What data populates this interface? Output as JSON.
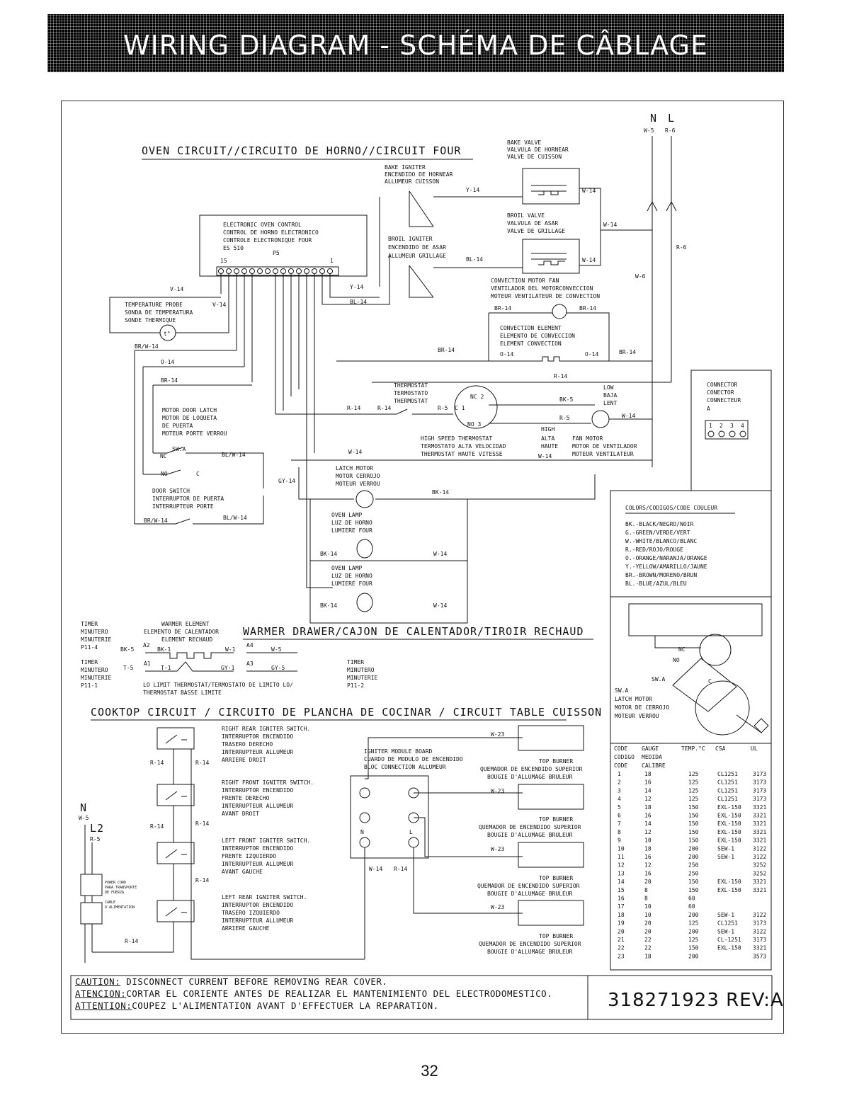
{
  "banner": {
    "title": "WIRING DIAGRAM - SCHÉMA DE CÂBLAGE"
  },
  "power": {
    "n": "N",
    "l": "L",
    "n_wire": "W-5",
    "l_wire": "R-6"
  },
  "sections": {
    "oven": "OVEN CIRCUIT//CIRCUITO DE HORNO//CIRCUIT FOUR",
    "warmer": "WARMER DRAWER/CAJON DE CALENTADOR/TIROIR RECHAUD",
    "cooktop": "COOKTOP CIRCUIT / CIRCUITO DE PLANCHA DE COCINAR / CIRCUIT TABLE CUISSON"
  },
  "control": {
    "lines": [
      "ELECTRONIC OVEN CONTROL",
      "CONTROL DE HORNO ELECTRONICO",
      "CONTROLE ELECTRONIQUE FOUR",
      "ES 510"
    ],
    "port": "P5",
    "pin_left": "15",
    "pin_right": "1"
  },
  "components": {
    "bake_valve": [
      "BAKE VALVE",
      "VALVULA DE HORNEAR",
      "VALVE DE CUISSON"
    ],
    "bake_igniter": [
      "BAKE IGNITER",
      "ENCENDIDO DE HORNEAR",
      "ALLUMEUR CUISSON"
    ],
    "broil_valve": [
      "BROIL VALVE",
      "VALVULA DE ASAR",
      "VALVE DE GRILLAGE"
    ],
    "broil_igniter": [
      "BROIL IGNITER",
      "ENCENDIDO DE ASAR",
      "ALLUMEUR GRILLAGE"
    ],
    "convection_fan": [
      "CONVECTION MOTOR FAN",
      "VENTILADOR DEL MOTORCONVECCION",
      "MOTEUR VENTILATEUR DE CONVECTION"
    ],
    "convection_element": [
      "CONVECTION ELEMENT",
      "ELEMENTO DE CONVECCION",
      "ELEMENT CONVECTION"
    ],
    "temp_probe": [
      "TEMPERATURE PROBE",
      "SONDA DE TEMPERATURA",
      "SONDE THERMIQUE"
    ],
    "door_latch_motor": [
      "MOTOR DOOR LATCH",
      "MOTOR DE LOQUETA",
      "DE PUERTA",
      "MOTEUR PORTE VERROU"
    ],
    "door_switch": [
      "DOOR SWITCH",
      "INTERRUPTOR DE PUERTA",
      "INTERRUPTEUR PORTE"
    ],
    "thermostat": [
      "THERMOSTAT",
      "TERMOSTATO",
      "THERMOSTAT"
    ],
    "high_speed_thermostat": [
      "HIGH SPEED THERMOSTAT",
      "TERMOSTATO ALTA VELOCIDAD",
      "THERMOSTAT HAUTE VITESSE"
    ],
    "fan_motor": [
      "FAN MOTOR",
      "MOTOR DE VENTILADOR",
      "MOTEUR VENTILATEUR"
    ],
    "fan_speeds": {
      "low": [
        "LOW",
        "BAJA",
        "LENT"
      ],
      "high": [
        "HIGH",
        "ALTA",
        "HAUTE"
      ]
    },
    "latch_motor": [
      "LATCH MOTOR",
      "MOTOR CERROJO",
      "MOTEUR VERROU"
    ],
    "oven_lamp": [
      "OVEN LAMP",
      "LUZ DE HORNO",
      "LUMIERE FOUR"
    ]
  },
  "wires": {
    "y14": "Y-14",
    "w14": "W-14",
    "bl14": "BL-14",
    "br14": "BR-14",
    "o14": "O-14",
    "r14": "R-14",
    "r6": "R-6",
    "w6": "W-6",
    "bk5": "BK-5",
    "r5": "R-5",
    "gy14": "GY-14",
    "bk14": "BK-14",
    "brw14": "BR/W-14",
    "blw14": "BL/W-14",
    "v14": "V-14"
  },
  "switch_labels": {
    "swa": "SW.A",
    "nc": "NC",
    "no": "NO",
    "c": "C",
    "nc2": "NC 2",
    "c1": "C 1",
    "no3": "NO 3"
  },
  "connector": {
    "lines": [
      "CONNECTOR",
      "CONECTOR",
      "CONNECTEUR",
      "A"
    ],
    "pins": [
      "1",
      "2",
      "3",
      "4"
    ]
  },
  "colors": {
    "title": "COLORS/CODIGOS/CODE COULEUR",
    "items": [
      "BK.-BLACK/NEGRO/NOIR",
      "G.-GREEN/VERDE/VERT",
      "W.-WHITE/BLANCO/BLANC",
      "R.-RED/ROJO/ROUGE",
      "O.-ORANGE/NARANJA/ORANGE",
      "Y.-YELLOW/AMARILLO/JAUNE",
      "BR.-BROWN/MORENO/BRUN",
      "BL.-BLUE/AZUL/BLEU"
    ]
  },
  "latch_inset": {
    "labels": [
      "SW.A",
      "LATCH MOTOR",
      "MOTOR DE CERROJO",
      "MOTEUR VERROU"
    ],
    "sw": "SW.A",
    "nc": "NC",
    "no": "NO",
    "c": "C"
  },
  "warmer": {
    "timer_top": [
      "TIMER",
      "MINUTERO",
      "MINUTERIE",
      "P11-4"
    ],
    "timer_bottom": [
      "TIMER",
      "MINUTERO",
      "MINUTERIE",
      "P11-1"
    ],
    "timer_right": [
      "TIMER",
      "MINUTERO",
      "MINUTERIE",
      "P11-2"
    ],
    "element": [
      "WARMER ELEMENT",
      "ELEMENTO DE CALENTADOR",
      "ELEMENT RECHAUD"
    ],
    "limit": [
      "LO LIMIT THERMOSTAT/TERMOSTATO DE LIMITO LO/",
      "THERMOSTAT BASSE LIMITE"
    ],
    "pins": {
      "a1": "A1",
      "a2": "A2",
      "a3": "A3",
      "a4": "A4"
    },
    "wires": {
      "bk5": "BK-5",
      "bk1": "BK-1",
      "w1": "W-1",
      "w5": "W-5",
      "t5": "T-5",
      "t1": "T-1",
      "gy1": "GY-1",
      "gy5": "GY-5"
    }
  },
  "cooktop": {
    "switches": [
      [
        "RIGHT REAR IGNITER SWITCH.",
        "INTERRUPTOR ENCENDIDO",
        "TRASERO DERECHO",
        "INTERRUPTEUR ALLUMEUR",
        "ARRIERE DROIT"
      ],
      [
        "RIGHT FRONT IGNITER SWITCH.",
        "INTERRUPTOR ENCENDIDO",
        "FRENTE DERECHO",
        "INTERRUPTEUR ALLUMEUR",
        "AVANT DROIT"
      ],
      [
        "LEFT FRONT IGNITER SWITCH.",
        "INTERRUPTOR ENCENDIDO",
        "FRENTE IZQUIERDO",
        "INTERRUPTEUR ALLUMEUR",
        "AVANT GAUCHE"
      ],
      [
        "LEFT REAR IGNITER SWITCH.",
        "INTERRUPTOR ENCENDIDO",
        "TRASERO IZQUIERDO",
        "INTERRUPTEUR ALLUMEUR",
        "ARRIERE GAUCHE"
      ]
    ],
    "module": [
      "IGNITER MODULE BOARD",
      "CUARDO DE MODULO DE ENCENDIDO",
      "BLOC CONNECTION ALLUMEUR"
    ],
    "burner": [
      "TOP BURNER",
      "QUEMADOR DE ENCENDIDO SUPERIOR",
      "BOUGIE D'ALLUMAGE BRULEUR"
    ],
    "w23": "W-23",
    "n": "N",
    "l": "L",
    "n_big": "N",
    "l2": "L2",
    "w5": "W-5",
    "r5": "R-5",
    "r14": "R-14",
    "w14": "W-14",
    "power_cord": [
      "POWER CORD",
      "PARA TRANSPORTE",
      "DE FUERZA",
      "CABLE",
      "D'ALIMENTATION"
    ]
  },
  "gauge_table": {
    "headers": [
      "CODE",
      "GAUGE",
      "TEMP.°C",
      "CSA",
      "UL"
    ],
    "headers2": [
      "CODIGO",
      "MEDIDA"
    ],
    "headers3": [
      "CODE",
      "CALIBRE"
    ],
    "rows": [
      [
        "1",
        "18",
        "125",
        "CL1251",
        "3173"
      ],
      [
        "2",
        "16",
        "125",
        "CL1251",
        "3173"
      ],
      [
        "3",
        "14",
        "125",
        "CL1251",
        "3173"
      ],
      [
        "4",
        "12",
        "125",
        "CL1251",
        "3173"
      ],
      [
        "5",
        "18",
        "150",
        "EXL-150",
        "3321"
      ],
      [
        "6",
        "16",
        "150",
        "EXL-150",
        "3321"
      ],
      [
        "7",
        "14",
        "150",
        "EXL-150",
        "3321"
      ],
      [
        "8",
        "12",
        "150",
        "EXL-150",
        "3321"
      ],
      [
        "9",
        "10",
        "150",
        "EXL-150",
        "3321"
      ],
      [
        "10",
        "18",
        "200",
        "SEW-1",
        "3122"
      ],
      [
        "11",
        "16",
        "200",
        "SEW-1",
        "3122"
      ],
      [
        "12",
        "12",
        "250",
        "",
        "3252"
      ],
      [
        "13",
        "16",
        "250",
        "",
        "3252"
      ],
      [
        "14",
        "20",
        "150",
        "EXL-150",
        "3321"
      ],
      [
        "15",
        "8",
        "150",
        "EXL-150",
        "3321"
      ],
      [
        "16",
        "8",
        "60",
        "",
        ""
      ],
      [
        "17",
        "10",
        "60",
        "",
        ""
      ],
      [
        "18",
        "10",
        "200",
        "SEW-1",
        "3122"
      ],
      [
        "19",
        "20",
        "125",
        "CL1251",
        "3173"
      ],
      [
        "20",
        "20",
        "200",
        "SEW-1",
        "3122"
      ],
      [
        "21",
        "22",
        "125",
        "CL-1251",
        "3173"
      ],
      [
        "22",
        "22",
        "150",
        "EXL-150",
        "3321"
      ],
      [
        "23",
        "18",
        "200",
        "",
        "3573"
      ]
    ]
  },
  "caution": {
    "l1_head": "CAUTION:",
    "l1": " DISCONNECT CURRENT BEFORE REMOVING REAR COVER.",
    "l2_head": "ATENCION:",
    "l2": "CORTAR EL CORIENTE ANTES DE REALIZAR EL MANTENIMIENTO DEL ELECTRODOMESTICO.",
    "l3_head": "ATTENTION:",
    "l3": "COUPEZ L'ALIMENTATION AVANT D'EFFECTUER LA REPARATION."
  },
  "part_number": "318271923 REV:A",
  "page_number": "32"
}
